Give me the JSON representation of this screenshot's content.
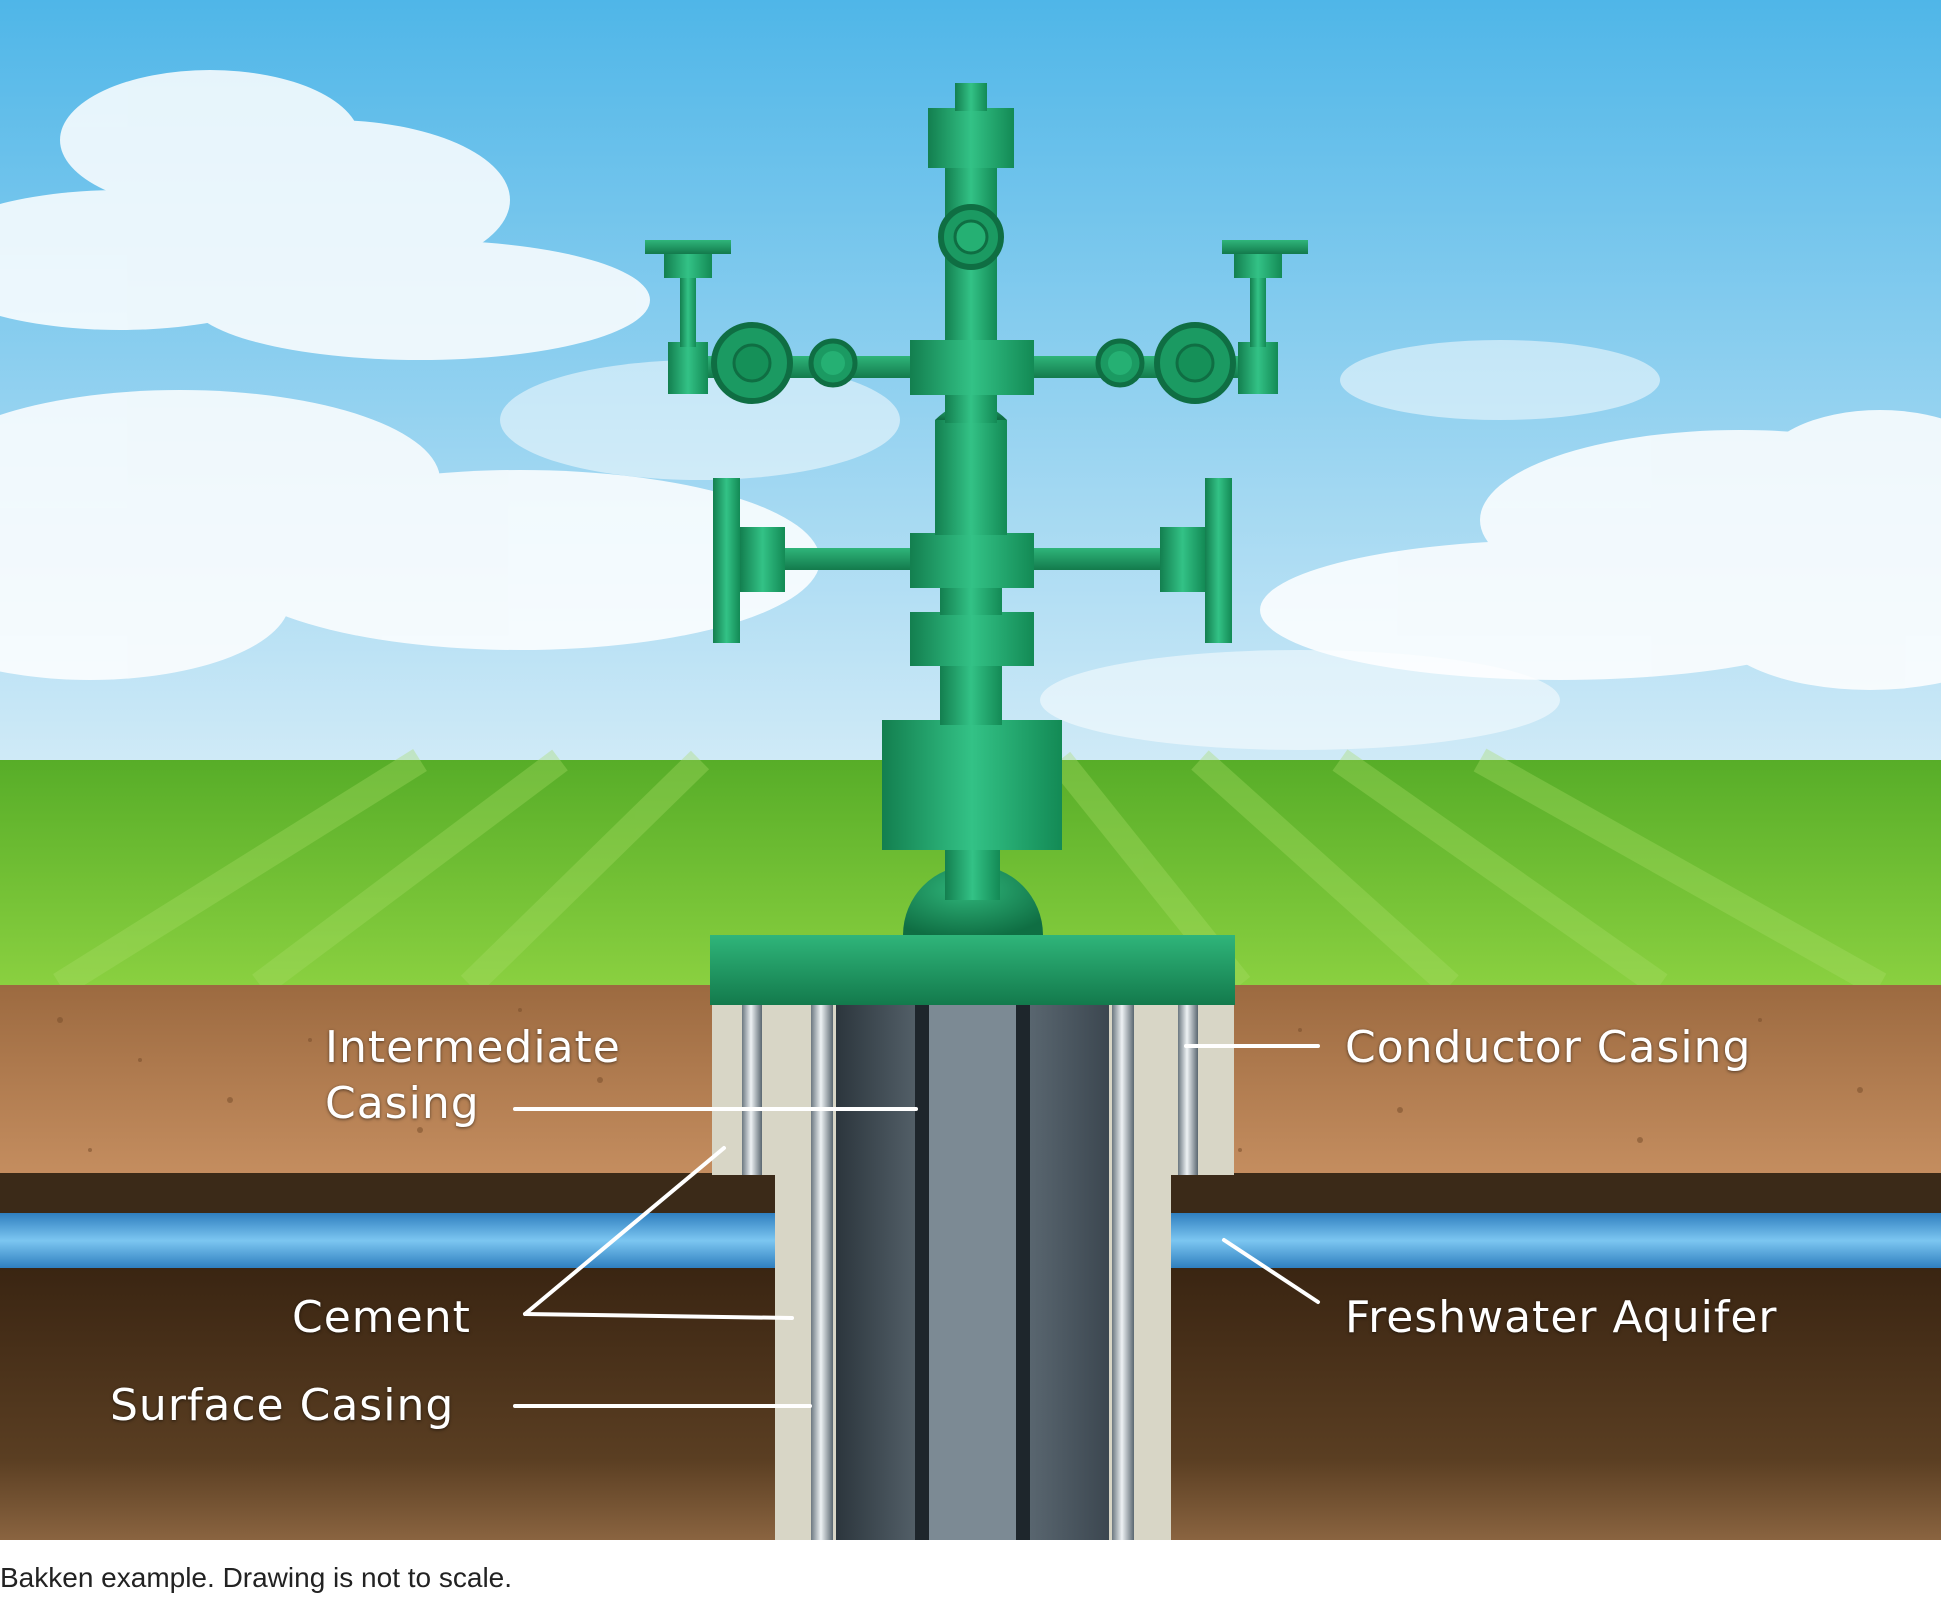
{
  "labels": {
    "intermediate_casing_line1": "Intermediate",
    "intermediate_casing_line2": "Casing",
    "conductor_casing": "Conductor Casing",
    "cement": "Cement",
    "surface_casing": "Surface Casing",
    "freshwater_aquifer": "Freshwater Aquifer"
  },
  "caption": "Bakken example. Drawing is not to scale.",
  "colors": {
    "wellhead_green": "#1e9d66",
    "sky": "#8fd0ee",
    "grass": "#6cc234",
    "topsoil": "#b07a4e",
    "aquifer": "#5bb0e4",
    "dark_soil": "#3a2614",
    "cement": "#d8d6c6",
    "casing_steel": "#5a6770"
  }
}
